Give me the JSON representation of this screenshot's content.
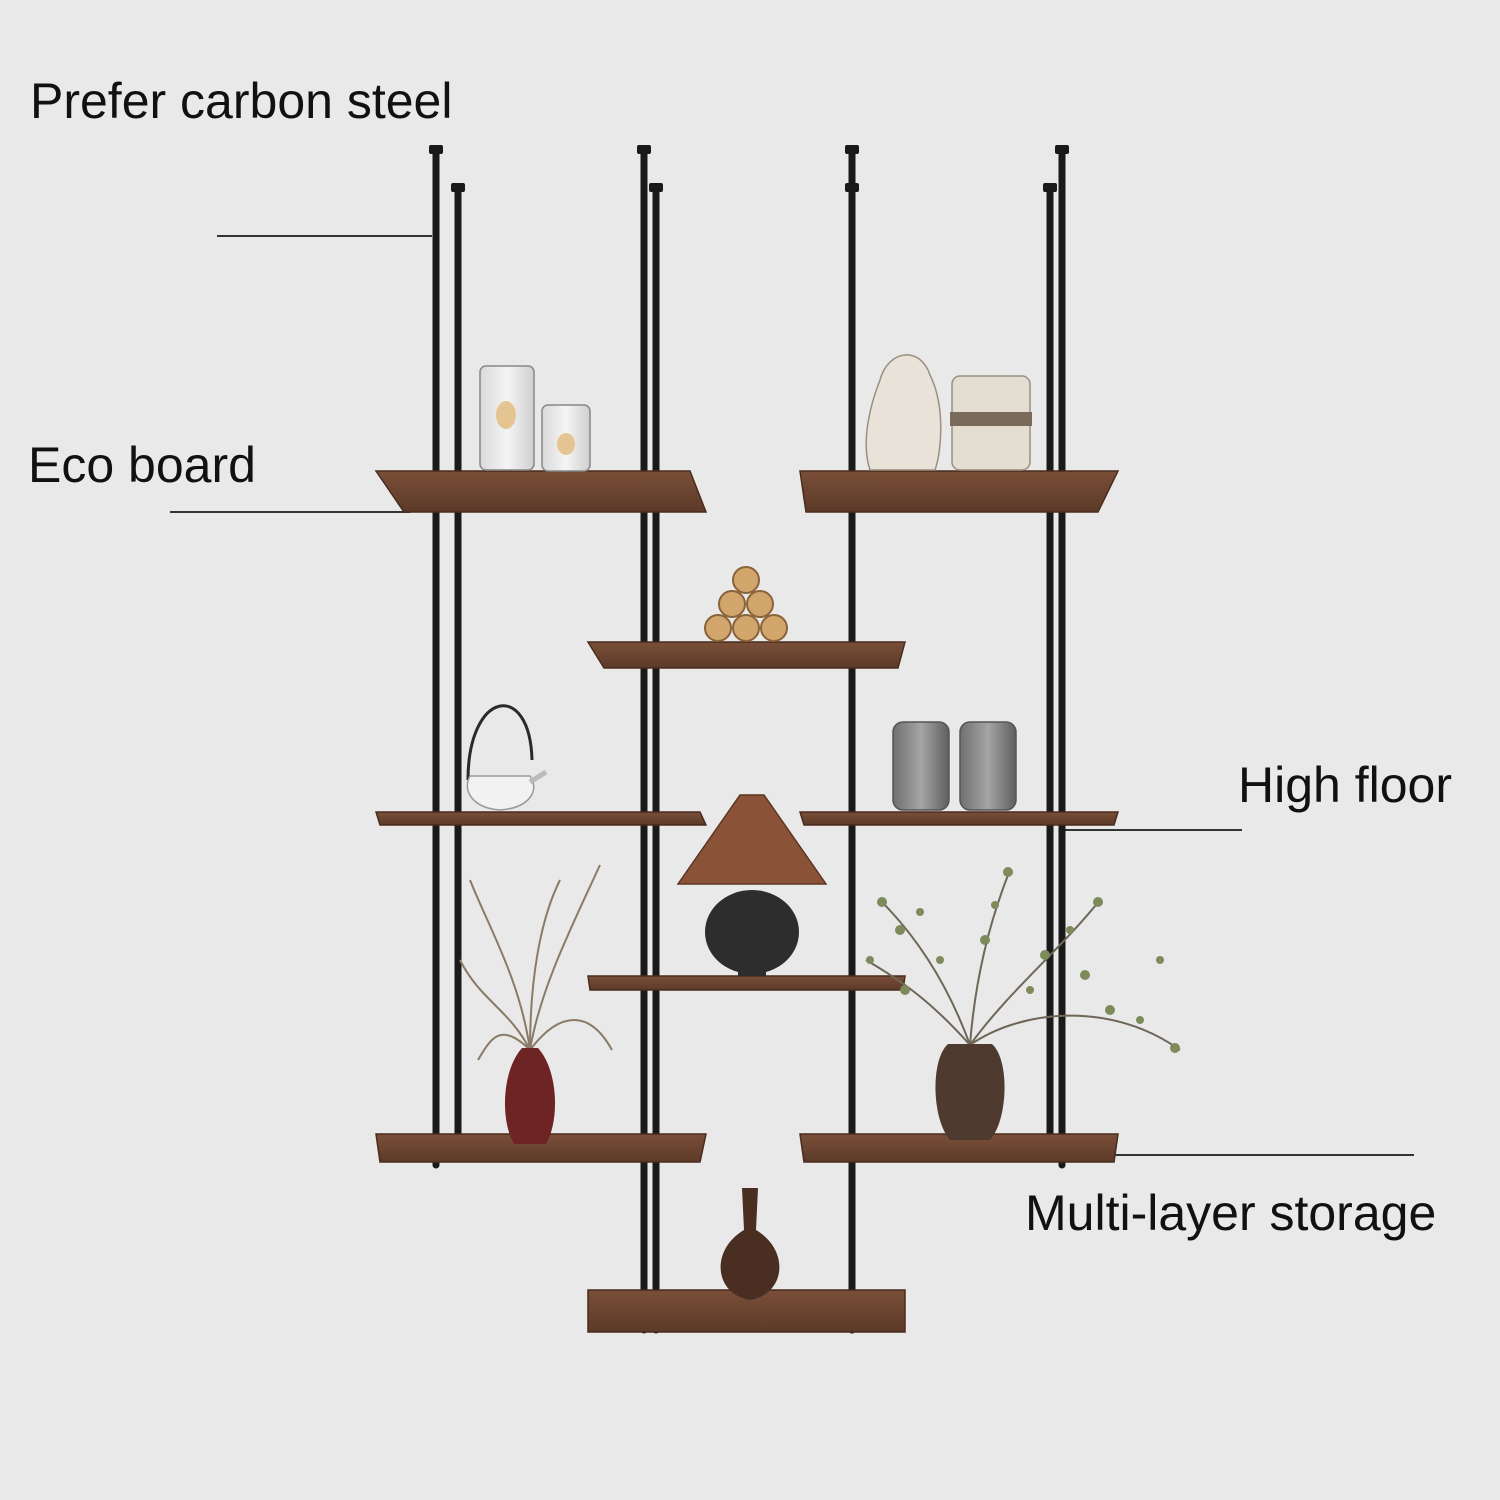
{
  "callouts": {
    "carbon_steel": "Prefer carbon steel",
    "eco_board": "Eco board",
    "high_floor": "High floor",
    "multi_layer": "Multi-layer storage"
  },
  "colors": {
    "background": "#e9e9e9",
    "steel_pole": "#1a1a1a",
    "shelf_wood": "#6a4330",
    "shelf_edge": "#4a2c1e",
    "text": "#111111"
  }
}
